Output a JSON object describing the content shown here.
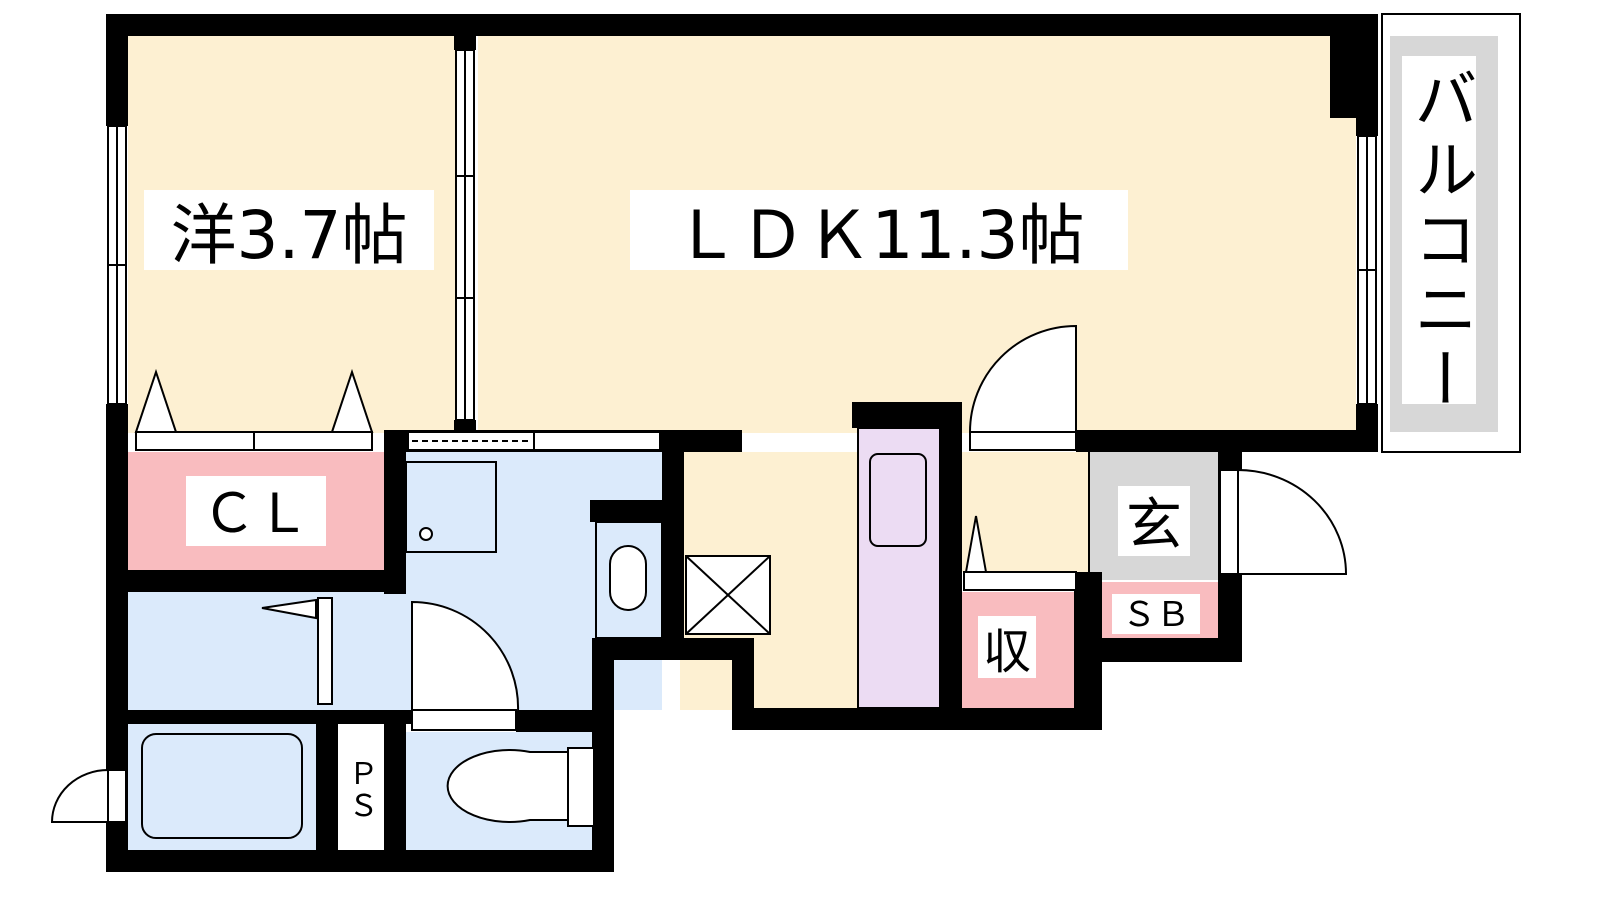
{
  "colors": {
    "wall": "#000000",
    "living": "#fdf0d2",
    "storage": "#f9bcbf",
    "water": "#dbeafb",
    "kitchen": "#ecdcf3",
    "entrance": "#d7d7d7",
    "balcony": "#d7d7d7"
  },
  "rooms": {
    "western": "洋3.7帖",
    "ldk": "ＬＤＫ11.3帖",
    "balcony": "バルコニー",
    "closet": "ＣＬ",
    "entrance": "玄",
    "shoe_box": "ＳＢ",
    "storage": "収",
    "pipe_space": "ＰＳ"
  }
}
